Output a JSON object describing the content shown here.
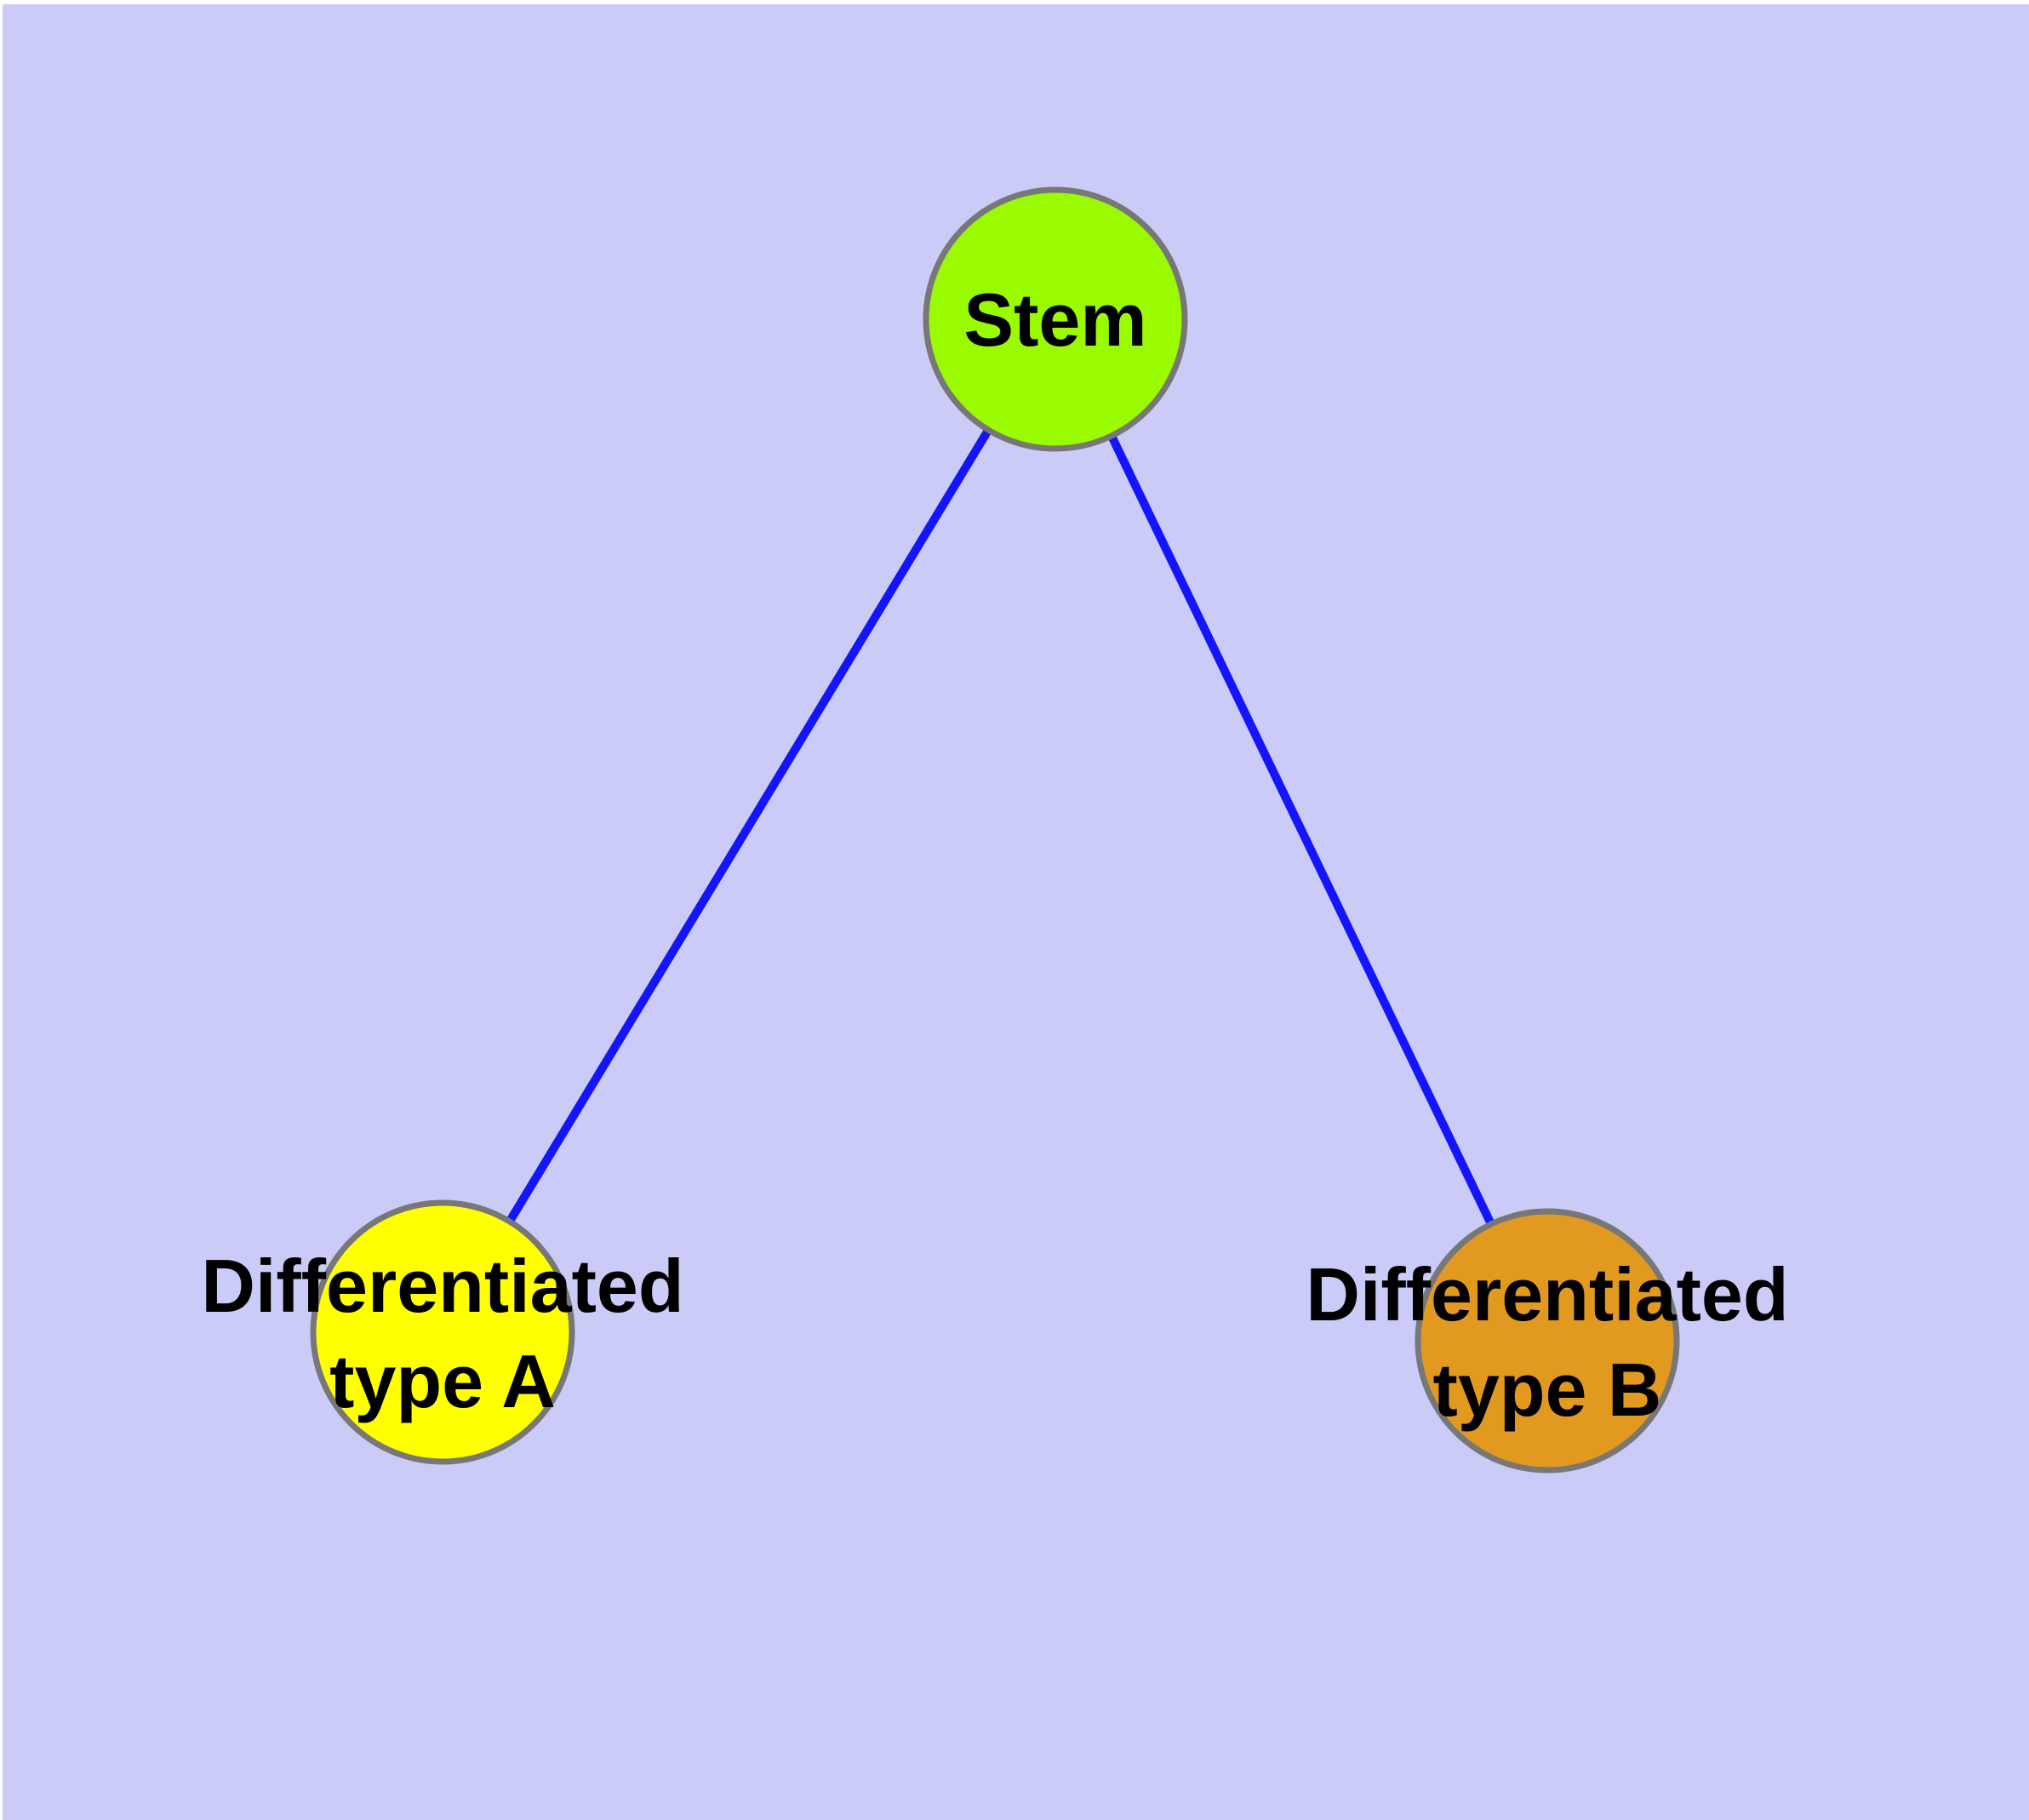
{
  "diagram": {
    "title": "",
    "background_color": "#CBCBF8",
    "frame_color": "#FFFFFF",
    "edge_color": "#1414FF",
    "node_border_color": "#777777",
    "label_color": "#000000",
    "nodes": [
      {
        "id": "stem",
        "label": "Stem",
        "lines": [
          "Stem"
        ],
        "color": "#9AFA00"
      },
      {
        "id": "differentiated-type-a",
        "label": "Differentiated type A",
        "lines": [
          "Differentiated",
          "type A"
        ],
        "color": "#FFFF00"
      },
      {
        "id": "differentiated-type-b",
        "label": "Differentiated type B",
        "lines": [
          "Differentiated",
          "type B"
        ],
        "color": "#E2991F"
      }
    ],
    "edges": [
      {
        "from": "stem",
        "to": "differentiated-type-a"
      },
      {
        "from": "stem",
        "to": "differentiated-type-b"
      }
    ]
  }
}
